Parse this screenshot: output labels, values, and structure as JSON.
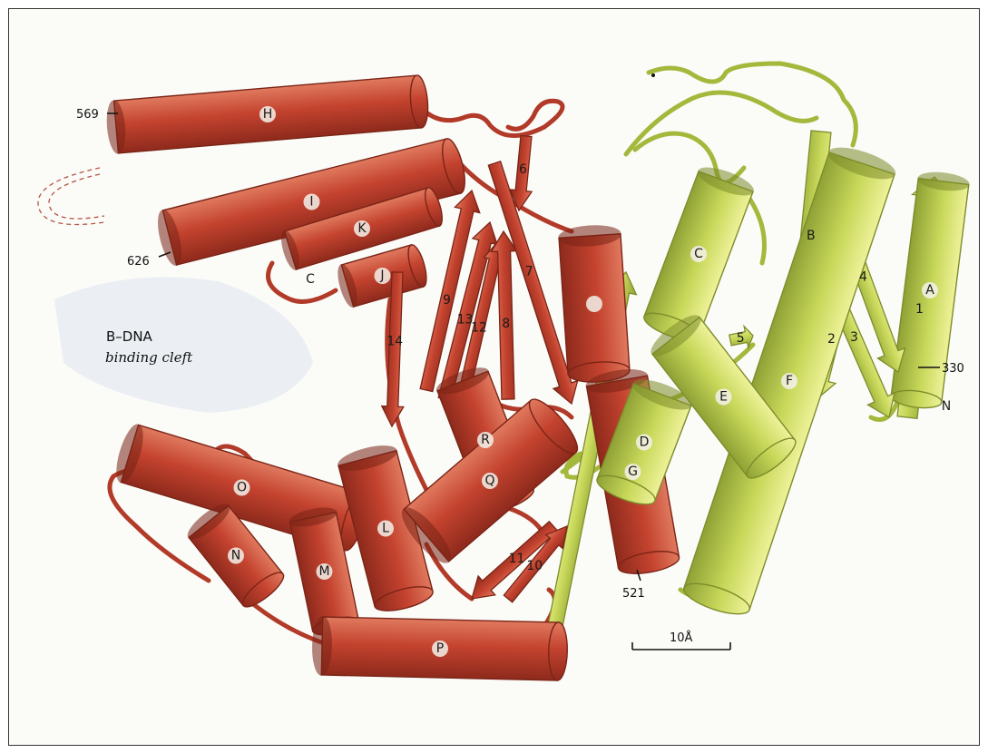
{
  "figure": {
    "cleft_label": {
      "line1": "B–DNA",
      "line2": "binding cleft"
    },
    "scale_bar": {
      "label": "10Å"
    },
    "residue_labels": [
      "569",
      "626",
      "521",
      "330"
    ],
    "terminus_labels": [
      "C",
      "N"
    ],
    "red_helices": [
      "H",
      "I",
      "K",
      "J",
      "O",
      "N",
      "M",
      "L",
      "Q",
      "R",
      "P",
      "G"
    ],
    "red_strands": [
      "6",
      "7",
      "8",
      "9",
      "12",
      "13",
      "14",
      "11",
      "10"
    ],
    "green_helices": [
      "A",
      "B",
      "C",
      "D",
      "E",
      "F"
    ],
    "green_strands": [
      "1",
      "2",
      "3",
      "4",
      "5"
    ]
  },
  "colors": {
    "red_domain": "#c4432f",
    "green_domain": "#c8d85a",
    "background": "#fbfbf8",
    "dna_shadow": "#dfe6ee"
  }
}
